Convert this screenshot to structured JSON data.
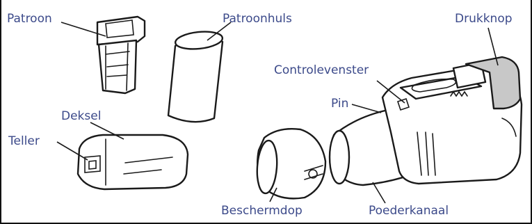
{
  "labels": {
    "patroon": "Patroon",
    "patroonhuls": "Patroonhuls",
    "drukknop": "Drukknop",
    "controlevenster": "Controlevenster",
    "pin": "Pin",
    "deksel": "Deksel",
    "teller": "Teller",
    "beschermdop": "Beschermdop",
    "poederkanaal": "Poederkanaal"
  },
  "colors": {
    "label_text": "#3c4a8a",
    "line_art": "#1a1a1a",
    "button_shade": "#c8c8c8"
  }
}
